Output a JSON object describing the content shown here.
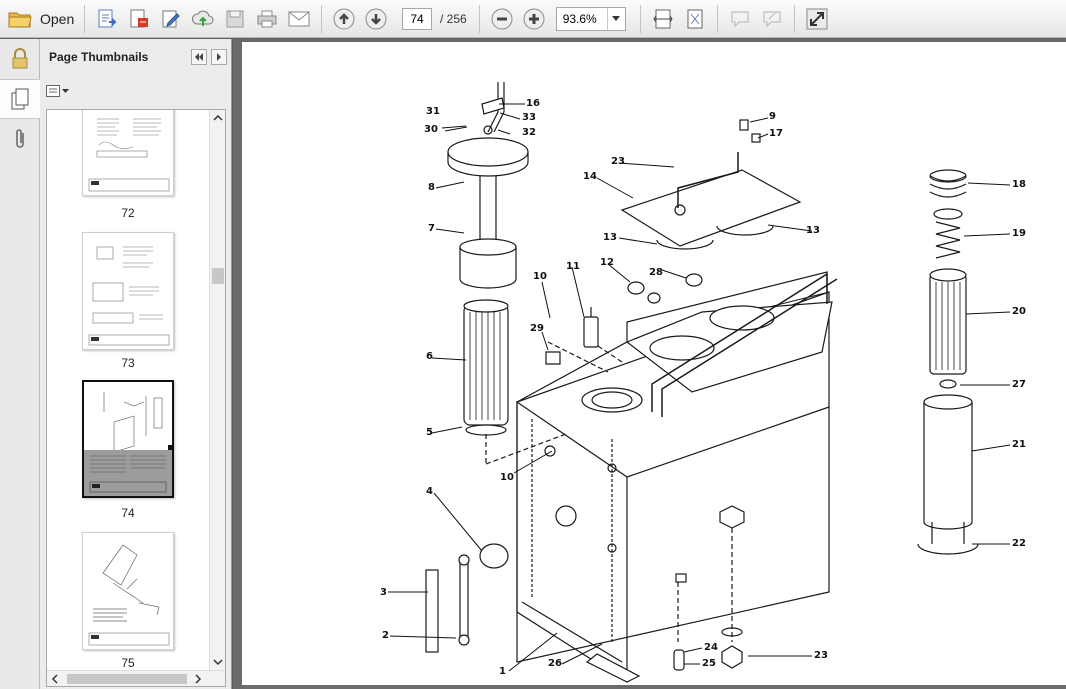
{
  "toolbar": {
    "open_label": "Open",
    "current_page": "74",
    "total_pages": "/ 256",
    "zoom": "93.6%",
    "icons": [
      "folder-icon",
      "create-pdf-icon",
      "export-pdf-icon",
      "edit-icon",
      "upload-icon",
      "save-icon",
      "print-icon",
      "email-icon",
      "prev-page-icon",
      "next-page-icon",
      "zoom-out-icon",
      "zoom-in-icon",
      "fit-width-icon",
      "fit-page-icon",
      "comment-icon",
      "sign-icon",
      "fullscreen-icon"
    ]
  },
  "sidebar": {
    "title": "Page Thumbnails",
    "thumbnails": [
      {
        "label": "72",
        "selected": false
      },
      {
        "label": "73",
        "selected": false
      },
      {
        "label": "74",
        "selected": true
      },
      {
        "label": "75",
        "selected": false
      }
    ]
  },
  "diagram": {
    "callouts": [
      "16",
      "31",
      "33",
      "30",
      "32",
      "8",
      "7",
      "6",
      "5",
      "4",
      "3",
      "2",
      "1",
      "9",
      "17",
      "23",
      "14",
      "13",
      "13",
      "12",
      "28",
      "11",
      "10",
      "29",
      "10",
      "26",
      "18",
      "19",
      "20",
      "27",
      "21",
      "22",
      "24",
      "25",
      "23"
    ]
  }
}
